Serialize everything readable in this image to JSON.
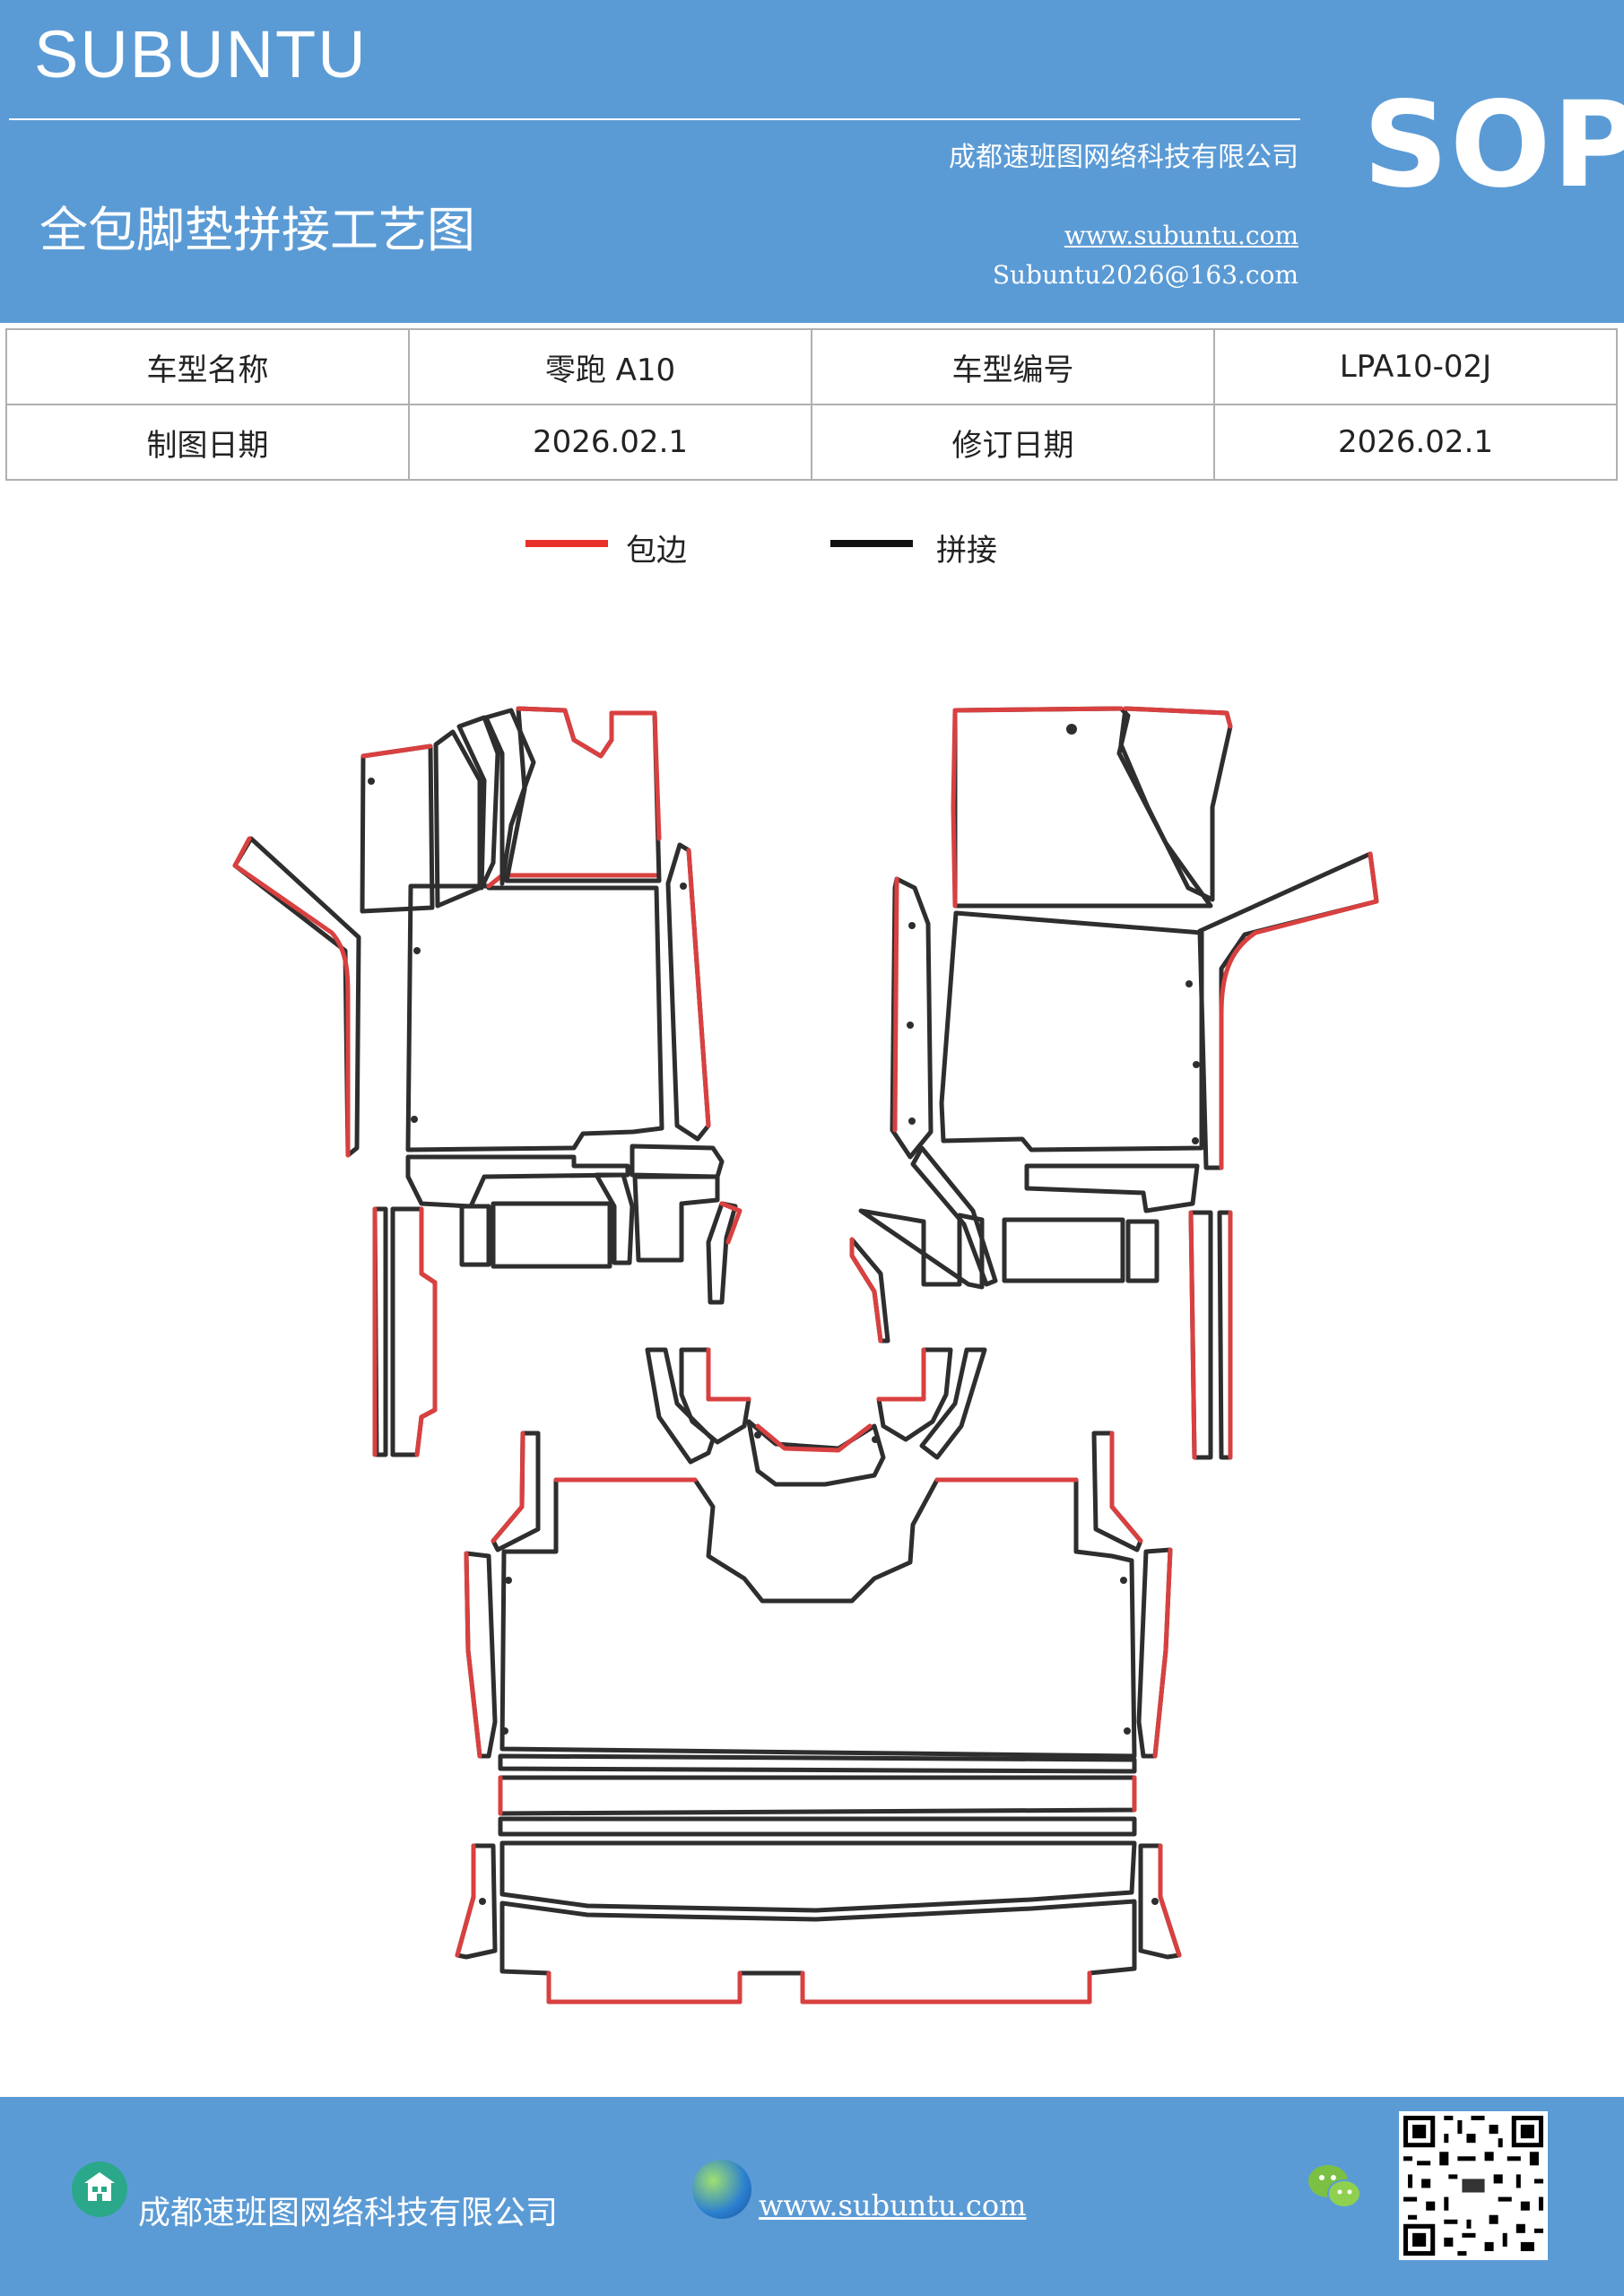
{
  "header": {
    "brand": "SUBUNTU",
    "badge": "SOP",
    "company": "成都速班图网络科技有限公司",
    "title": "全包脚垫拼接工艺图",
    "website": "www.subuntu.com",
    "email": "Subuntu2026@163.com"
  },
  "info_table": {
    "rows": [
      [
        "车型名称",
        "零跑 A10",
        "车型编号",
        "LPA10-02J"
      ],
      [
        "制图日期",
        "2026.02.1",
        "修订日期",
        "2026.02.1"
      ]
    ]
  },
  "legend": {
    "items": [
      {
        "label": "包边",
        "color": "#e8312b"
      },
      {
        "label": "拼接",
        "color": "#111111"
      }
    ]
  },
  "drawing": {
    "edge_color": "#d94040",
    "seam_color": "#2e2e2e"
  },
  "footer": {
    "company": "成都速班图网络科技有限公司",
    "website": "www.subuntu.com",
    "icons": [
      "building-icon",
      "globe-icon",
      "wechat-icon",
      "qr-code"
    ]
  }
}
